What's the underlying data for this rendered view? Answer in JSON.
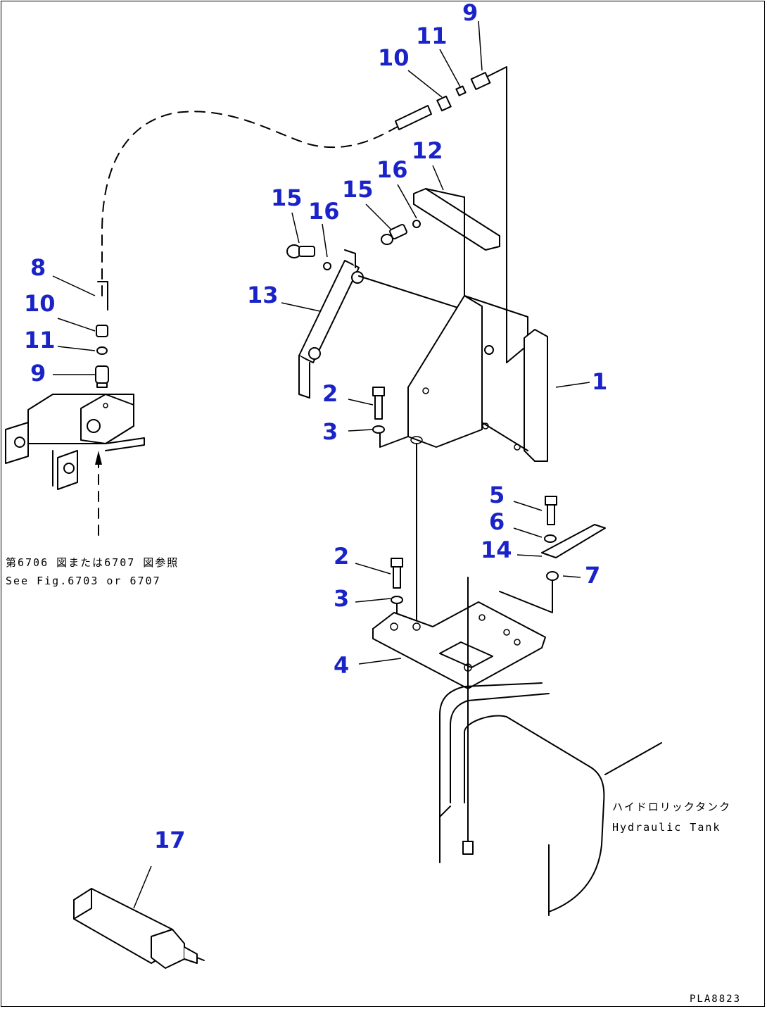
{
  "callouts": {
    "c1": "1",
    "c2a": "2",
    "c2b": "2",
    "c3a": "3",
    "c3b": "3",
    "c4": "4",
    "c5": "5",
    "c6": "6",
    "c7": "7",
    "c8": "8",
    "c9a": "9",
    "c9b": "9",
    "c10a": "10",
    "c10b": "10",
    "c11a": "11",
    "c11b": "11",
    "c12": "12",
    "c13": "13",
    "c14": "14",
    "c15a": "15",
    "c15b": "15",
    "c16a": "16",
    "c16b": "16",
    "c17": "17"
  },
  "notes": {
    "ref_jp": "第6706 図または6707 図参照",
    "ref_en": "See Fig.6703 or 6707",
    "tank_jp": "ハイドロリックタンク",
    "tank_en": "Hydraulic Tank",
    "drawing_code": "PLA8823"
  },
  "colors": {
    "callout": "#1a23c8",
    "line": "#000000",
    "background": "#ffffff"
  }
}
